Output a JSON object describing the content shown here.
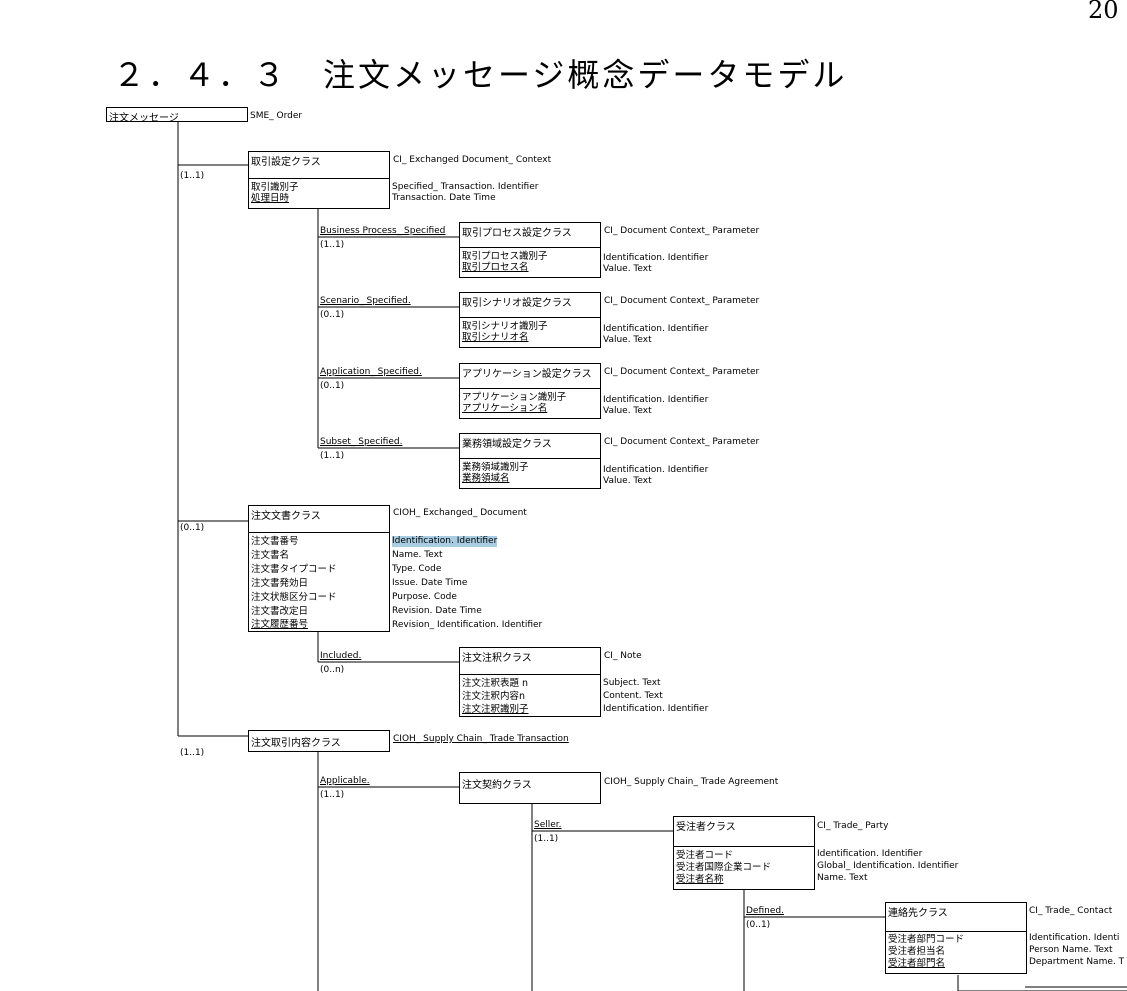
{
  "page_number": "20",
  "heading": "２．４．３　注文メッセージ概念データモデル",
  "root": {
    "name": "注文メッセージ",
    "type": "SME_ Order"
  },
  "classes": [
    {
      "id": "c1",
      "name": "取引設定クラス",
      "type": "CI_ Exchanged Document_ Context",
      "attrs": [
        "取引識別子",
        "処理日時"
      ],
      "maps": [
        "Specified_ Transaction. Identifier",
        "Transaction. Date Time"
      ],
      "rel": "",
      "card": "(1..1)"
    },
    {
      "id": "c2",
      "name": "取引プロセス設定クラス",
      "type": "CI_ Document Context_ Parameter",
      "attrs": [
        "取引プロセス識別子",
        "取引プロセス名"
      ],
      "maps": [
        "Identification. Identifier",
        "Value. Text"
      ],
      "rel": "Business Process_ Specified",
      "card": "(1..1)"
    },
    {
      "id": "c3",
      "name": "取引シナリオ設定クラス",
      "type": "CI_ Document Context_ Parameter",
      "attrs": [
        "取引シナリオ識別子",
        "取引シナリオ名"
      ],
      "maps": [
        "Identification. Identifier",
        "Value. Text"
      ],
      "rel": "Scenario_ Specified.",
      "card": "(0..1)"
    },
    {
      "id": "c4",
      "name": "アプリケーション設定クラス",
      "type": "CI_ Document Context_ Parameter",
      "attrs": [
        "アプリケーション識別子",
        "アプリケーション名"
      ],
      "maps": [
        "Identification. Identifier",
        "Value. Text"
      ],
      "rel": "Application_ Specified.",
      "card": "(0..1)"
    },
    {
      "id": "c5",
      "name": "業務領域設定クラス",
      "type": "CI_ Document Context_ Parameter",
      "attrs": [
        "業務領域識別子",
        "業務領域名"
      ],
      "maps": [
        "Identification. Identifier",
        "Value. Text"
      ],
      "rel": "Subset_ Specified.",
      "card": "(1..1)"
    },
    {
      "id": "c6",
      "name": "注文文書クラス",
      "type": "CIOH_ Exchanged_ Document",
      "attrs": [
        "注文書番号",
        "注文書名",
        "注文書タイプコード",
        "注文書発効日",
        "注文状態区分コード",
        "注文書改定日",
        "注文履歴番号"
      ],
      "maps": [
        "Identification. Identifier",
        "Name. Text",
        "Type. Code",
        "Issue. Date Time",
        "Purpose. Code",
        "Revision. Date Time",
        "Revision_ Identification. Identifier"
      ],
      "rel": "",
      "card": "(0..1)"
    },
    {
      "id": "c7",
      "name": "注文注釈クラス",
      "type": "CI_ Note",
      "attrs": [
        "注文注釈表題 n",
        "注文注釈内容n",
        "注文注釈識別子"
      ],
      "maps": [
        "Subject. Text",
        "Content. Text",
        "Identification. Identifier"
      ],
      "rel": "Included.",
      "card": "(0..n)"
    },
    {
      "id": "c8",
      "name": "注文取引内容クラス",
      "type": "CIOH_ Supply Chain_ Trade Transaction",
      "attrs": [],
      "maps": [],
      "rel": "",
      "card": "(1..1)"
    },
    {
      "id": "c9",
      "name": "注文契約クラス",
      "type": "CIOH_ Supply Chain_ Trade Agreement",
      "attrs": [],
      "maps": [],
      "rel": "Applicable.",
      "card": "(1..1)"
    },
    {
      "id": "c10",
      "name": "受注者クラス",
      "type": "CI_ Trade_ Party",
      "attrs": [
        "受注者コード",
        "受注者国際企業コード",
        "受注者名称"
      ],
      "maps": [
        "Identification. Identifier",
        "Global_ Identification. Identifier",
        "Name. Text"
      ],
      "rel": "Seller.",
      "card": "(1..1)"
    },
    {
      "id": "c11",
      "name": "連絡先クラス",
      "type": "CI_ Trade_ Contact",
      "attrs": [
        "受注者部門コード",
        "受注者担当名",
        "受注者部門名"
      ],
      "maps": [
        "Identification. Identi",
        "Person Name. Text",
        "Department Name. T"
      ],
      "rel": "Defined.",
      "card": "(0..1)"
    }
  ]
}
